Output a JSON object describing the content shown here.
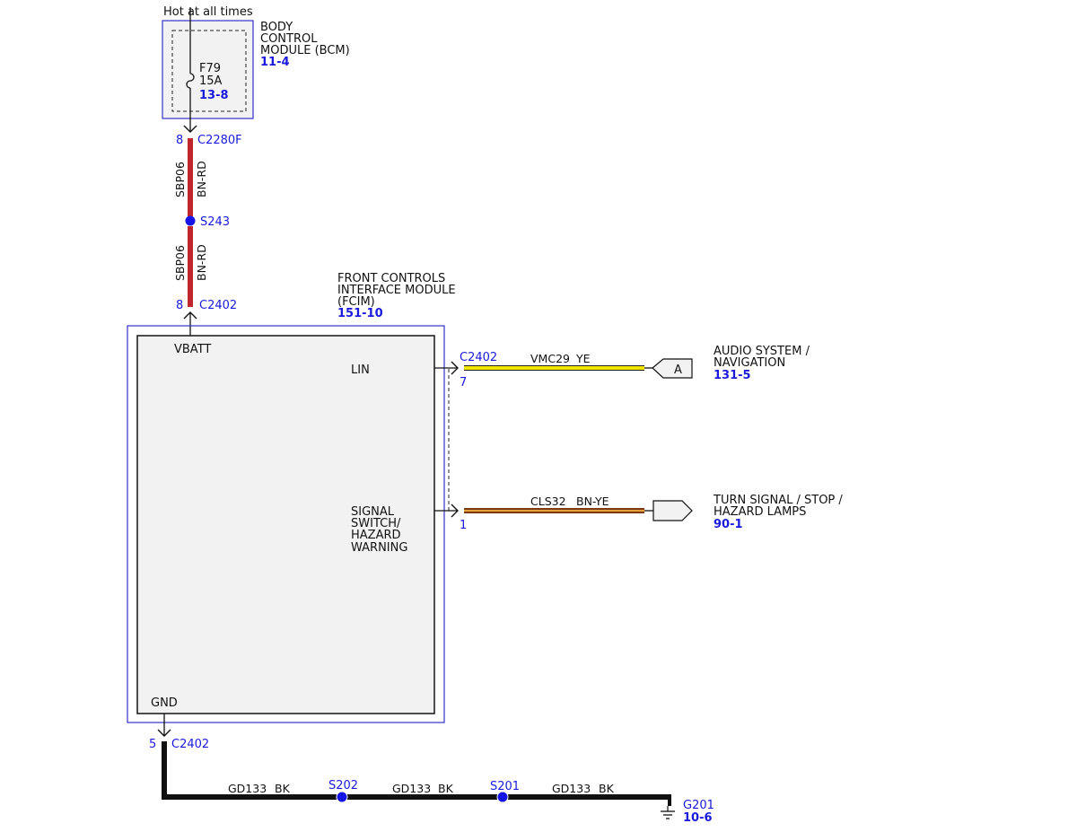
{
  "colors": {
    "wire_bn_rd": "#c0262b",
    "wire_ye": "#f2e600",
    "wire_bn_ye_outer": "#7a3b12",
    "wire_bn_ye_inner": "#e9a23b",
    "wire_bk": "#111111",
    "ref_blue": "#1a1adc",
    "module_border": "#3333cc",
    "module_fill": "#f2f2f2",
    "splice": "#1414e6"
  },
  "power": {
    "supply_label": "Hot at all times"
  },
  "bcm": {
    "name_lines": [
      "BODY",
      "CONTROL",
      "MODULE (BCM)"
    ],
    "ref": "11-4",
    "fuse": {
      "name": "F79",
      "rating": "15A",
      "ref": "13-8",
      "icon": "fuse-icon"
    }
  },
  "connectors": {
    "c2280f": {
      "pin": "8",
      "name": "C2280F"
    },
    "c2402_vbatt": {
      "pin": "8",
      "name": "C2402"
    },
    "c2402_lin": {
      "pin": "7",
      "name": "C2402"
    },
    "c2402_signal": {
      "pin": "1"
    },
    "c2402_gnd": {
      "pin": "5",
      "name": "C2402"
    }
  },
  "wires": {
    "upper": {
      "circuit": "SBP06",
      "color": "BN-RD"
    },
    "lower": {
      "circuit": "SBP06",
      "color": "BN-RD"
    },
    "lin": {
      "circuit": "VMC29",
      "color": "YE"
    },
    "signal": {
      "circuit": "CLS32",
      "color": "BN-YE"
    },
    "ground_1": {
      "circuit": "GD133",
      "color": "BK"
    },
    "ground_2": {
      "circuit": "GD133",
      "color": "BK"
    },
    "ground_3": {
      "circuit": "GD133",
      "color": "BK"
    }
  },
  "splices": {
    "s243": "S243",
    "s202": "S202",
    "s201": "S201"
  },
  "fcim": {
    "name_lines": [
      "FRONT CONTROLS",
      "INTERFACE MODULE",
      "(FCIM)"
    ],
    "ref": "151-10",
    "pins": {
      "vbatt": "VBATT",
      "lin": "LIN",
      "signal_lines": [
        "SIGNAL",
        "SWITCH/",
        "HAZARD",
        "WARNING"
      ],
      "gnd": "GND"
    }
  },
  "destinations": {
    "audio": {
      "name_lines": [
        "AUDIO SYSTEM /",
        "NAVIGATION"
      ],
      "ref": "131-5",
      "tag": "A"
    },
    "turn": {
      "name_lines": [
        "TURN SIGNAL / STOP /",
        "HAZARD LAMPS"
      ],
      "ref": "90-1"
    }
  },
  "ground": {
    "name": "G201",
    "ref": "10-6",
    "icon": "ground-icon"
  }
}
